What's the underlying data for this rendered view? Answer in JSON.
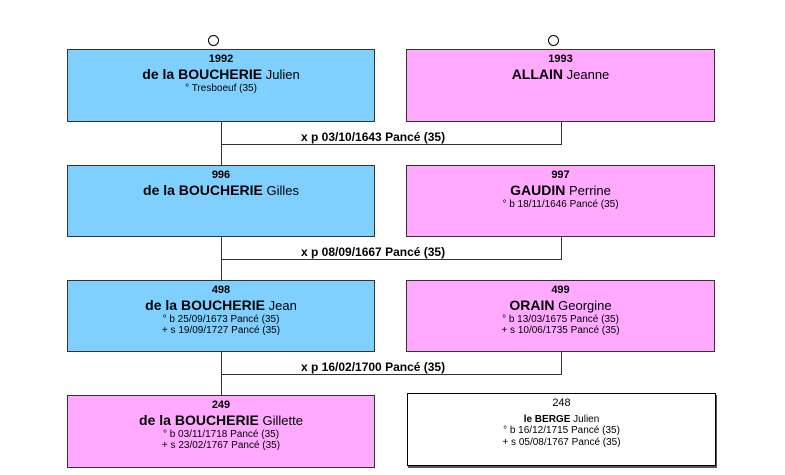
{
  "generations": [
    {
      "father": {
        "num": "1992",
        "surname": "de la BOUCHERIE",
        "given": "Julien",
        "info": [
          "° Tresboeuf (35)"
        ]
      },
      "mother": {
        "num": "1993",
        "surname": "ALLAIN",
        "given": "Jeanne",
        "info": []
      },
      "marriage": "x p 03/10/1643 Pancé (35)"
    },
    {
      "father": {
        "num": "996",
        "surname": "de la BOUCHERIE",
        "given": "Gilles",
        "info": []
      },
      "mother": {
        "num": "997",
        "surname": "GAUDIN",
        "given": "Perrine",
        "info": [
          "° b 18/11/1646 Pancé (35)"
        ]
      },
      "marriage": "x p 08/09/1667 Pancé (35)"
    },
    {
      "father": {
        "num": "498",
        "surname": "de la BOUCHERIE",
        "given": "Jean",
        "info": [
          "° b 25/09/1673 Pancé (35)",
          "+ s 19/09/1727 Pancé (35)"
        ]
      },
      "mother": {
        "num": "499",
        "surname": "ORAIN",
        "given": "Georgine",
        "info": [
          "° b 13/03/1675 Pancé (35)",
          "+ s 10/06/1735 Pancé (35)"
        ]
      },
      "marriage": "x p 16/02/1700 Pancé (35)"
    },
    {
      "father": {
        "num": "249",
        "surname": "de la BOUCHERIE",
        "given": "Gillette",
        "info": [
          "° b 03/11/1718 Pancé (35)",
          "+ s 23/02/1767 Pancé (35)"
        ]
      },
      "mother": {
        "num": "248",
        "surname": "le BERGE",
        "given": "Julien",
        "info": [
          "° b 16/12/1715 Pancé (35)",
          "+ s 05/08/1767 Pancé (35)"
        ]
      }
    }
  ],
  "colors": {
    "male": "#7fcfff",
    "female": "#ffaaff",
    "plain": "#ffffff"
  }
}
